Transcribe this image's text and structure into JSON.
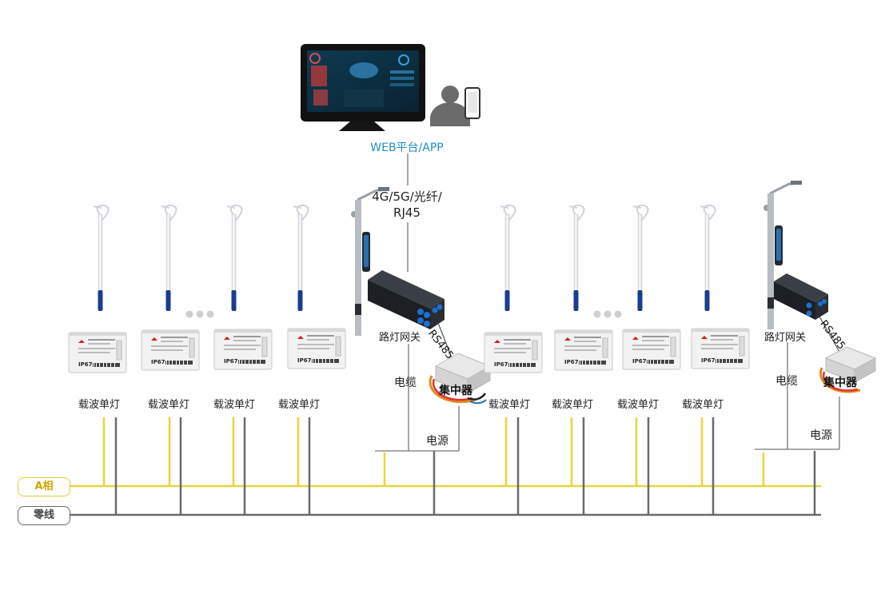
{
  "web_platform_label": "WEB平台/APP",
  "network_label_line1": "4G/5G/光纤/",
  "network_label_line2": "RJ45",
  "gateway_label": "路灯网关",
  "rs485_label": "RS485",
  "hub_label": "集中器",
  "cable_label": "电缆",
  "power_label": "电源",
  "carrier_light_label": "载波单灯",
  "module_ip_rating": "IP67",
  "phase_a_label": "A相",
  "neutral_label": "零线",
  "colors": {
    "phase_a_line": "#e8d63a",
    "neutral_line": "#6b6b6b",
    "web_label": "#1f8fc8",
    "pole_base": "#1a3d8f"
  },
  "icons": [
    "monitor-icon",
    "user-with-phone-icon",
    "street-lamp-icon",
    "smart-pole-icon",
    "gateway-device-icon",
    "concentrator-device-icon",
    "carrier-module-icon",
    "ellipsis-dots-icon"
  ]
}
